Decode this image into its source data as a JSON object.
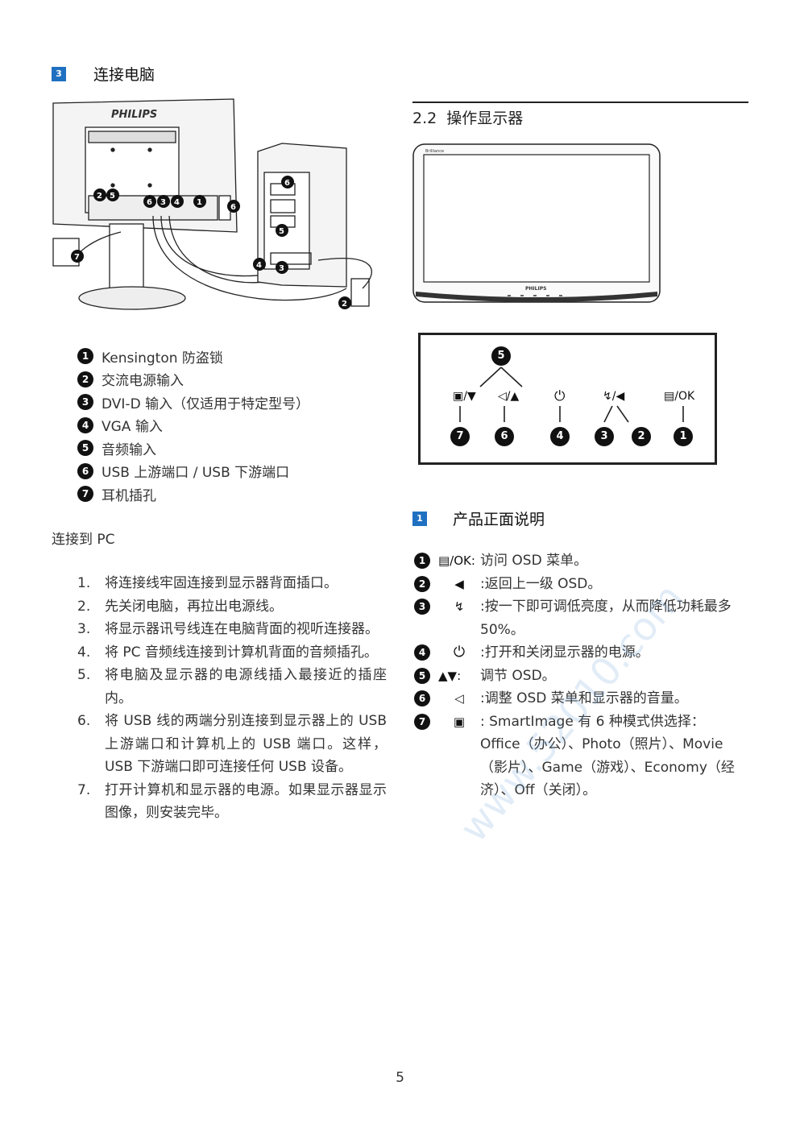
{
  "left": {
    "section": {
      "number": "3",
      "title": "连接电脑"
    },
    "legend": [
      {
        "n": "1",
        "text": "Kensington 防盗锁"
      },
      {
        "n": "2",
        "text": "交流电源输入"
      },
      {
        "n": "3",
        "text": "DVI-D 输入（仅适用于特定型号）"
      },
      {
        "n": "4",
        "text": "VGA 输入"
      },
      {
        "n": "5",
        "text": "音频输入"
      },
      {
        "n": "6",
        "text": "USB 上游端口 / USB 下游端口"
      },
      {
        "n": "7",
        "text": "耳机插孔"
      }
    ],
    "connect_heading": "连接到 PC",
    "steps": [
      {
        "n": "1.",
        "text": "将连接线牢固连接到显示器背面插口。"
      },
      {
        "n": "2.",
        "text": "先关闭电脑，再拉出电源线。"
      },
      {
        "n": "3.",
        "text": "将显示器讯号线连在电脑背面的视听连接器。"
      },
      {
        "n": "4.",
        "text": "将 PC 音频线连接到计算机背面的音频插孔。"
      },
      {
        "n": "5.",
        "text": "将电脑及显示器的电源线插入最接近的插座内。"
      },
      {
        "n": "6.",
        "text": "将 USB 线的两端分别连接到显示器上的 USB 上游端口和计算机上的 USB 端口。这样，USB 下游端口即可连接任何 USB 设备。"
      },
      {
        "n": "7.",
        "text": "打开计算机和显示器的电源。如果显示器显示图像，则安装完毕。"
      }
    ],
    "diagram": {
      "brand": "PHILIPS",
      "callouts": [
        "2",
        "5",
        "6",
        "3",
        "4",
        "1",
        "6",
        "7",
        "6",
        "5",
        "4",
        "3",
        "2"
      ]
    }
  },
  "right": {
    "heading": "2.2  操作显示器",
    "monitor": {
      "brand": "PHILIPS",
      "model": "Brilliance"
    },
    "panel": {
      "top_callout": "5",
      "labels": [
        "▣/▼",
        "◁/▲",
        "⏻",
        "↯/◀",
        "▤/OK"
      ],
      "callouts": [
        "7",
        "6",
        "4",
        "3",
        "2",
        "1"
      ]
    },
    "section": {
      "number": "1",
      "title": "产品正面说明"
    },
    "functions": [
      {
        "n": "1",
        "icon": "▤/OK:",
        "text": "访问 OSD 菜单。"
      },
      {
        "n": "2",
        "icon": "◀",
        "text": ":返回上一级 OSD。"
      },
      {
        "n": "3",
        "icon": "↯",
        "text": ":按一下即可调低亮度，从而降低功耗最多 50%。"
      },
      {
        "n": "4",
        "icon": "⏻",
        "text": ":打开和关闭显示器的电源。"
      },
      {
        "n": "5",
        "icon": "▲▼:",
        "text": "调节 OSD。"
      },
      {
        "n": "6",
        "icon": "◁",
        "text": ":调整 OSD 菜单和显示器的音量。"
      },
      {
        "n": "7",
        "icon": "▣",
        "text": ":  SmartImage 有 6 种模式供选择：Office（办公）、Photo（照片）、Movie（影片）、Game（游戏）、Economy（经济）、Off（关闭）。"
      }
    ]
  },
  "page_number": "5",
  "watermark": "www.52010.com"
}
